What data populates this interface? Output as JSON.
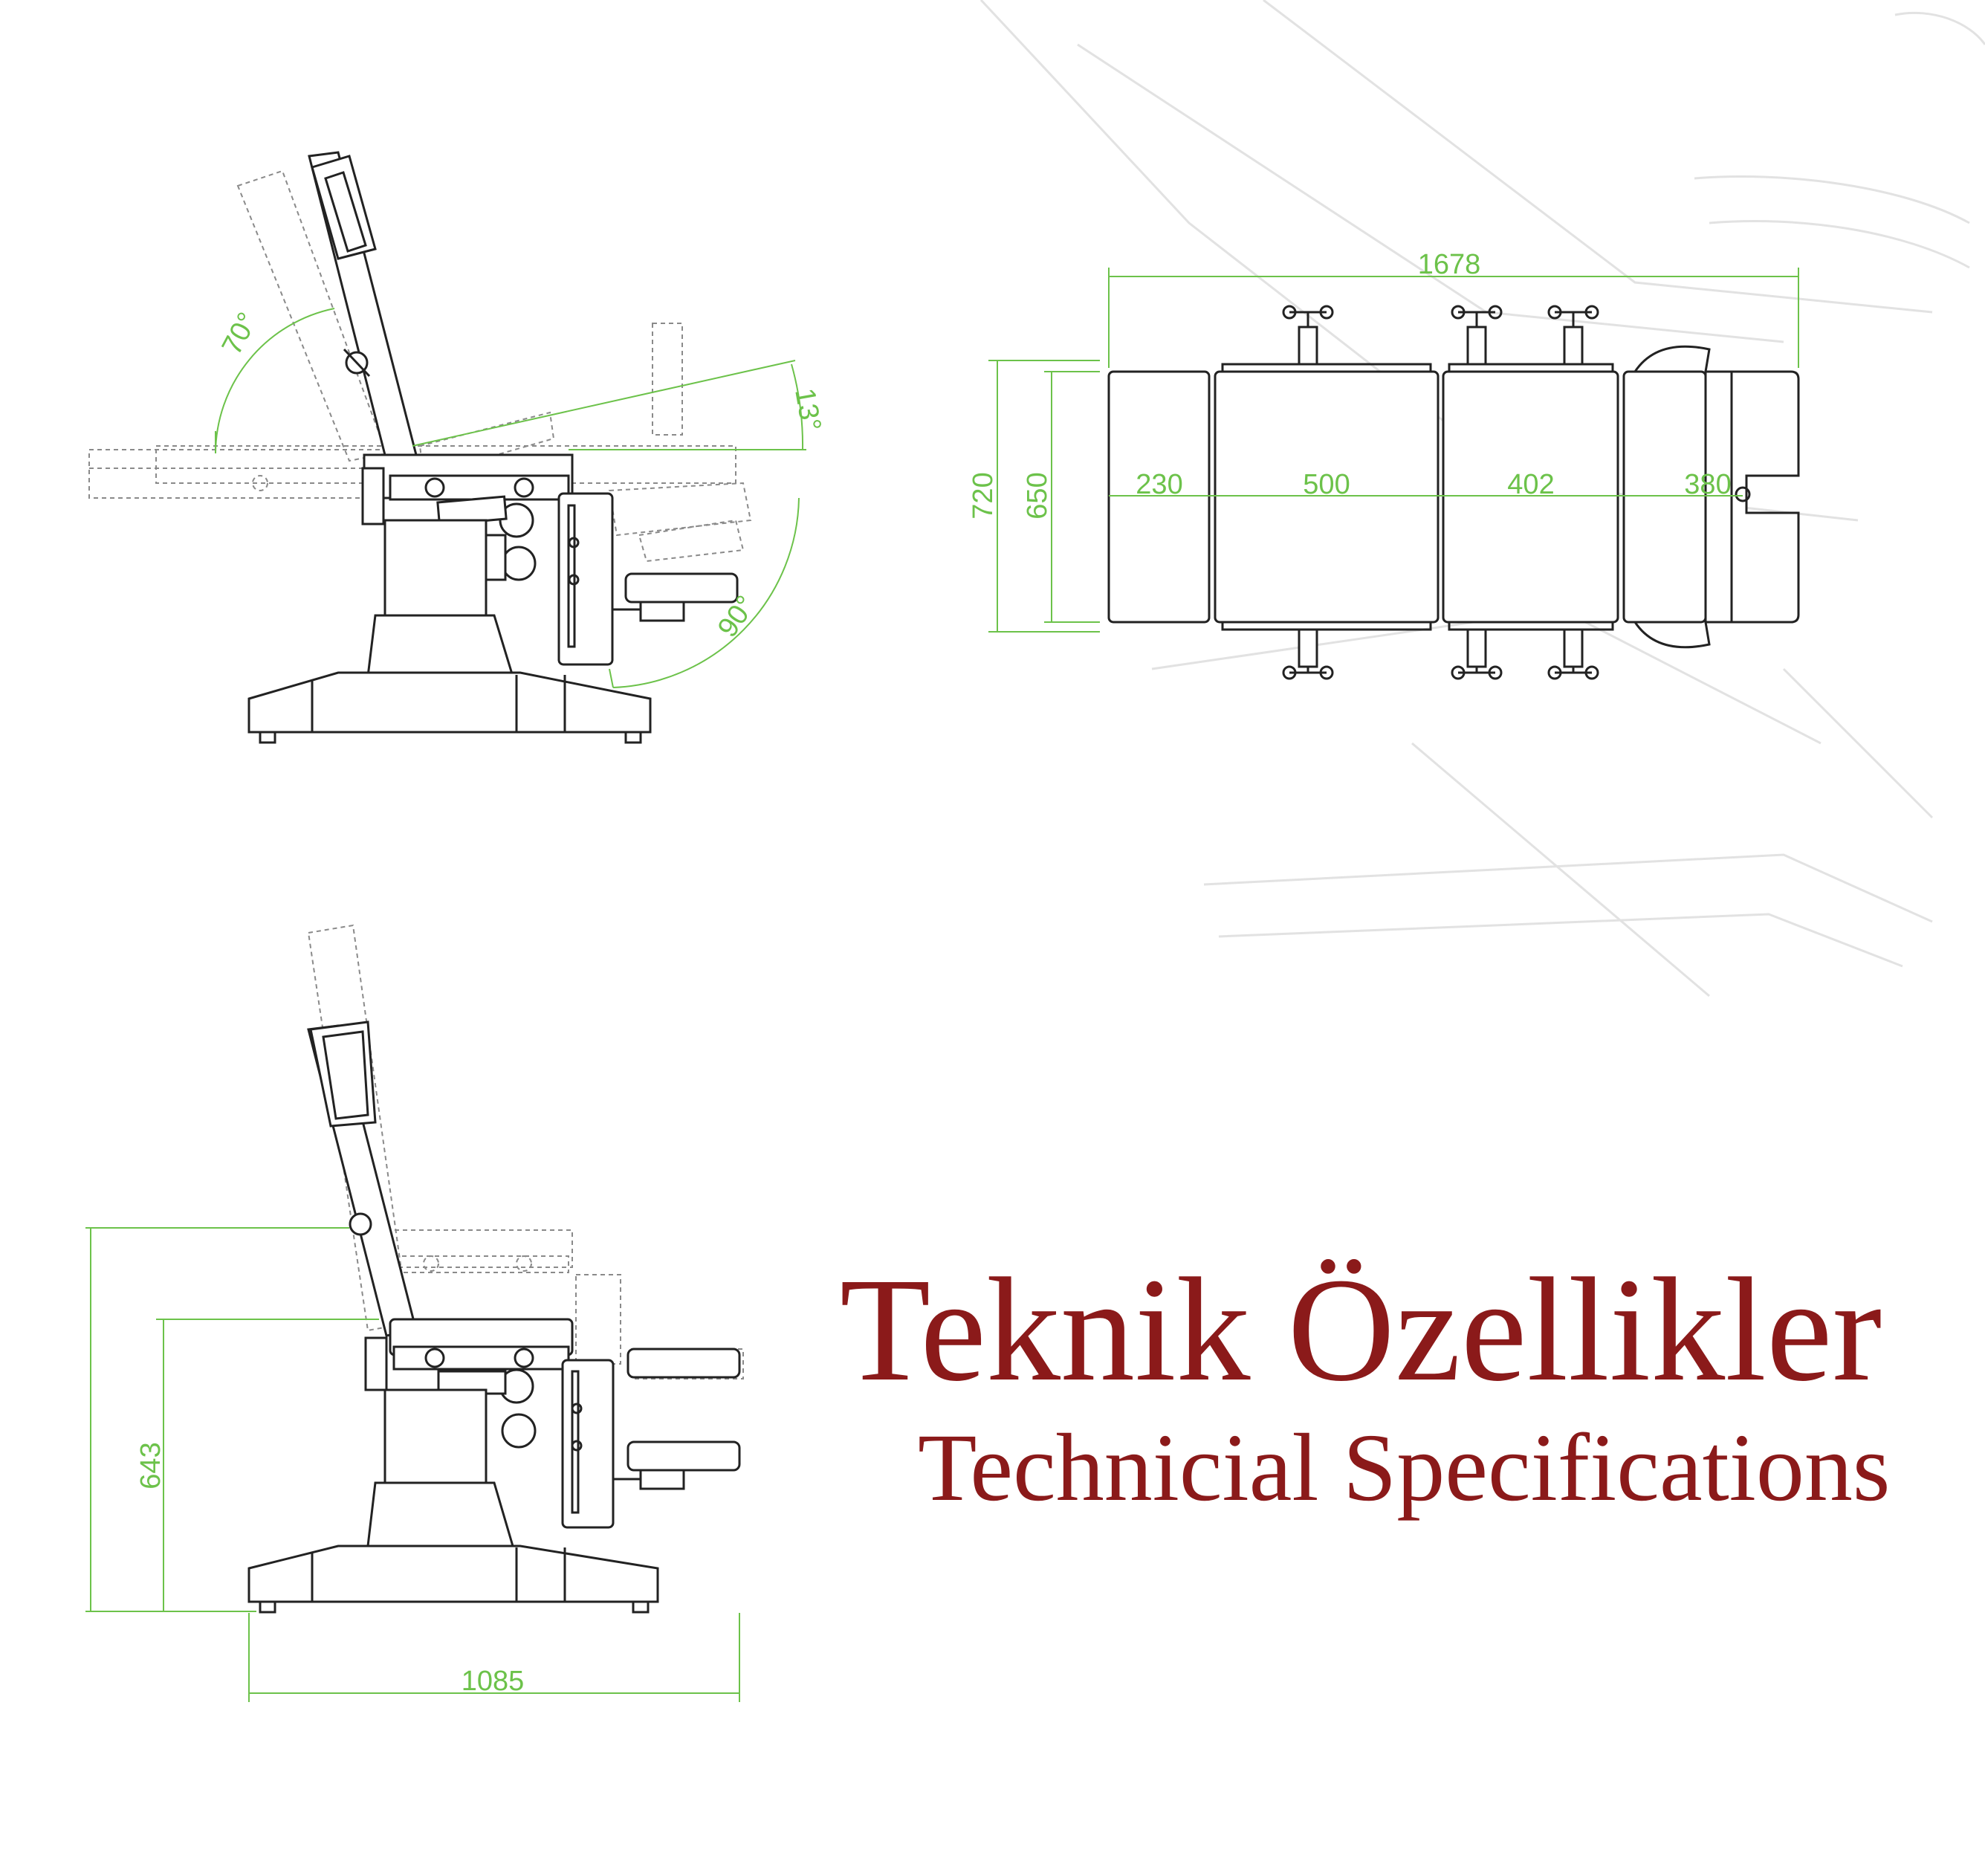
{
  "angles": {
    "backrest": "70°",
    "seat_tilt": "13°",
    "leg": "90°"
  },
  "top_view": {
    "total_length": "1678",
    "total_width": "720",
    "pad_width": "650",
    "section_1": "230",
    "section_2": "500",
    "section_3": "402",
    "section_4": "380"
  },
  "side_view": {
    "height": "643",
    "base_length": "1085"
  },
  "titles": {
    "turkish": "Teknik Özellikler",
    "english": "Technicial Specifications"
  },
  "colors": {
    "dimension": "#6cc24a",
    "title": "#8b1a1a",
    "linework": "#222222"
  }
}
